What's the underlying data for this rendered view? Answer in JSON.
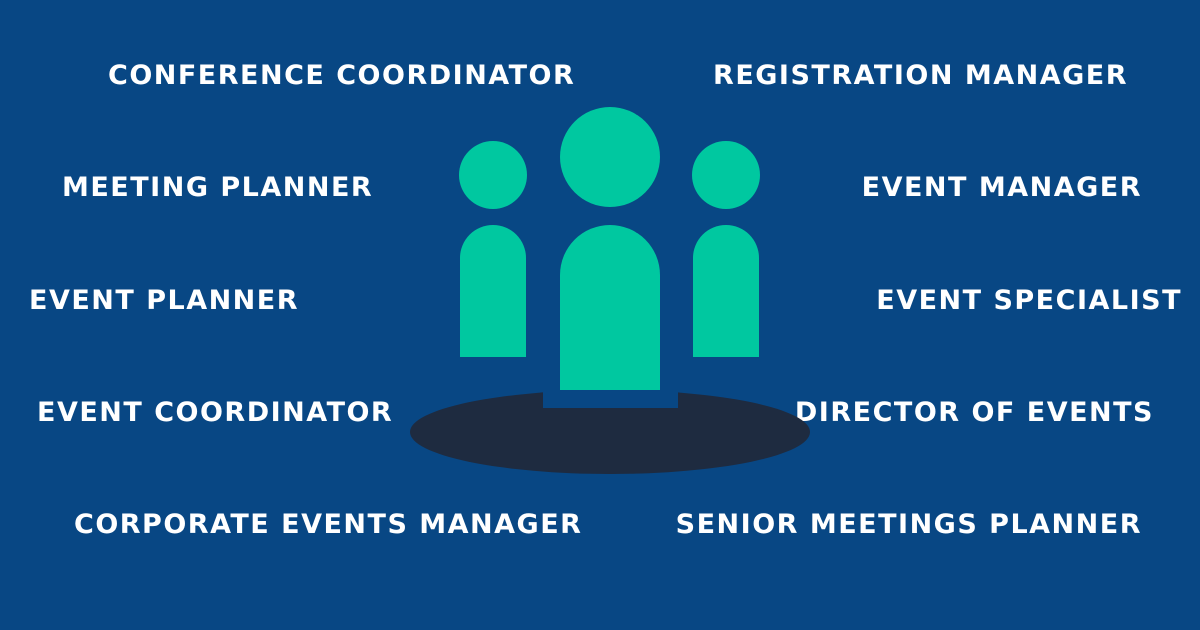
{
  "colors": {
    "background": "#084784",
    "figure": "#00c8a0",
    "platform": "#1e2b40",
    "text": "#ffffff"
  },
  "job_titles": {
    "left": [
      "CONFERENCE COORDINATOR",
      "MEETING PLANNER",
      "EVENT PLANNER",
      "EVENT COORDINATOR",
      "CORPORATE EVENTS MANAGER"
    ],
    "right": [
      "REGISTRATION MANAGER",
      "EVENT MANAGER",
      "EVENT SPECIALIST",
      "DIRECTOR OF EVENTS",
      "SENIOR MEETINGS PLANNER"
    ]
  },
  "illustration": {
    "icon": "people-group-icon",
    "platform": "podium-platform-icon"
  }
}
